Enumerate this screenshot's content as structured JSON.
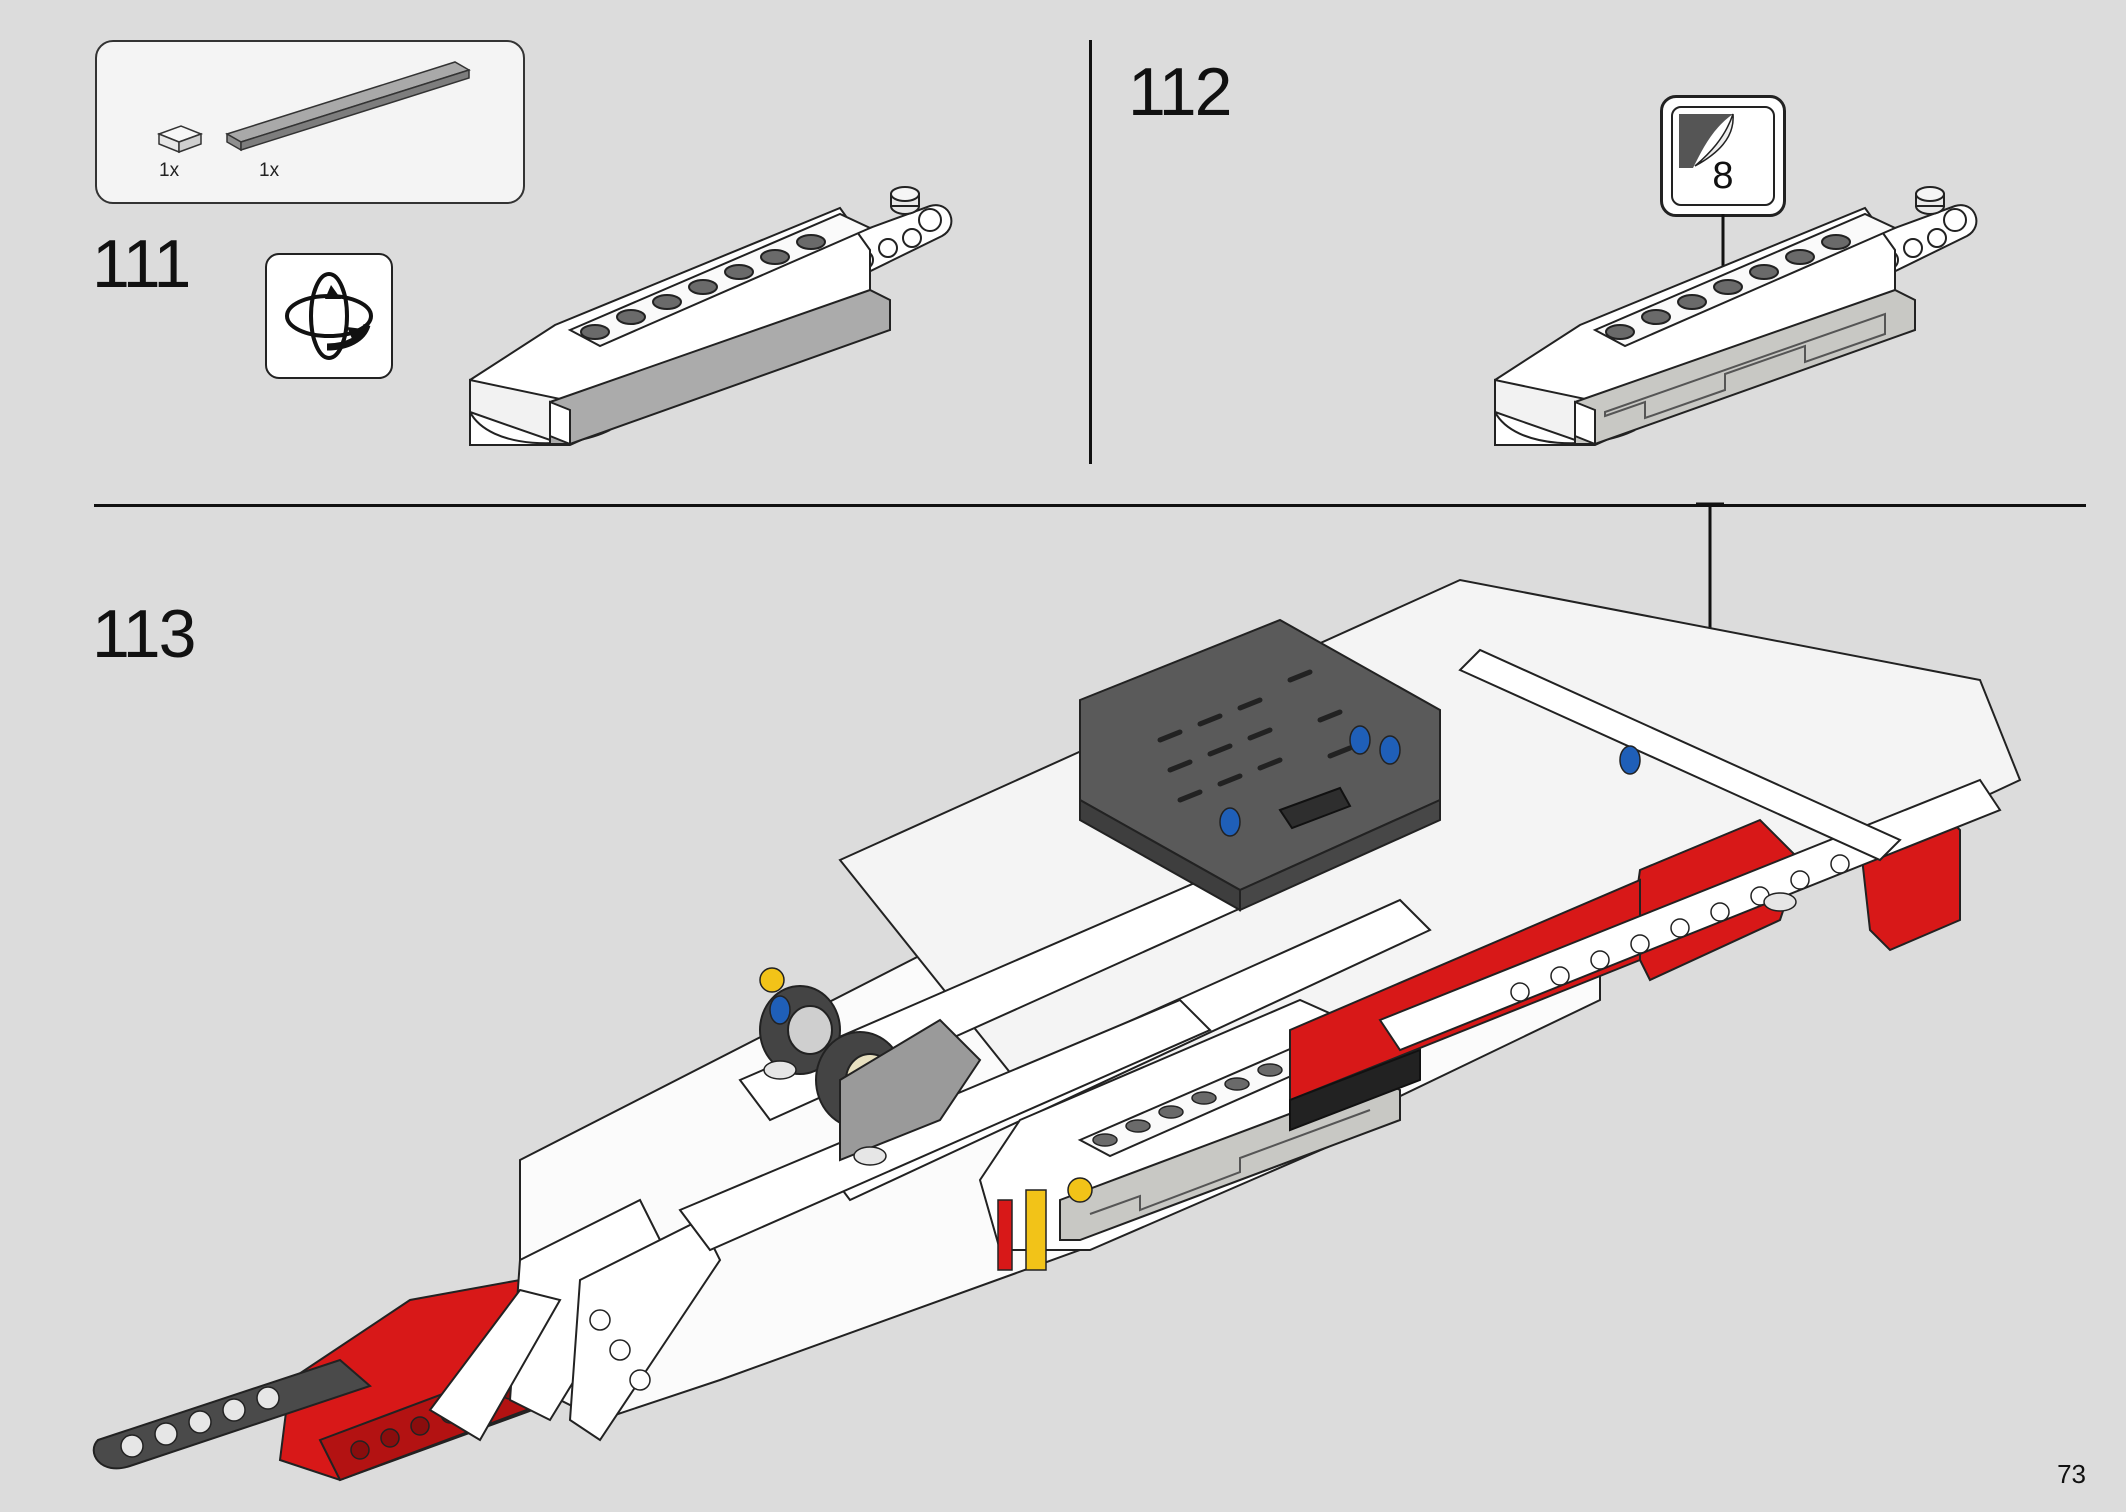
{
  "steps": [
    {
      "number": "111",
      "parts": [
        {
          "name": "white tile 1x1",
          "qty": "1x"
        },
        {
          "name": "gray tile 1x8",
          "qty": "1x"
        }
      ]
    },
    {
      "number": "112",
      "sticker": "8"
    },
    {
      "number": "113"
    }
  ],
  "page_number": "73",
  "icons": {
    "rotate": "rotate-model-icon",
    "sticker": "sticker-icon"
  },
  "colors": {
    "background": "#dcdcdc",
    "brick_white": "#ffffff",
    "brick_red": "#d81818",
    "brick_gray": "#7a7a7a",
    "battery_box": "#5a5a5a"
  }
}
